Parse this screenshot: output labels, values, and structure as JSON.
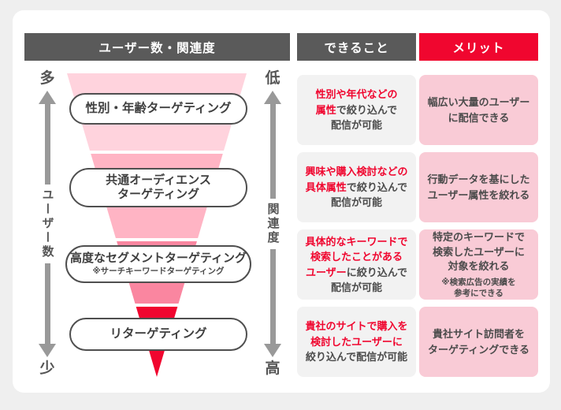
{
  "headers": {
    "funnel_panel": "ユーザー数・関連度",
    "action_col": "できること",
    "merit_col": "メリット"
  },
  "colors": {
    "header_gray": "#5A5A5A",
    "accent_red": "#F0062F",
    "action_box_gray": "#F2F2F2",
    "merit_box_pink": "#F9CBD6",
    "arrow_gray": "#999999",
    "funnel_segments": [
      "#FFD3DD",
      "#FFB4C4",
      "#FA86A0",
      "#F0062F"
    ]
  },
  "funnel": {
    "left_axis": {
      "top_label": "多",
      "mid_label": "ユーザー数",
      "bottom_label": "少"
    },
    "right_axis": {
      "top_label": "低",
      "mid_label": "関連度",
      "bottom_label": "高"
    },
    "levels": [
      {
        "title": "性別・年齢ターゲティング",
        "subtitle": ""
      },
      {
        "title": "共通オーディエンス\nターゲティング",
        "subtitle": ""
      },
      {
        "title": "高度なセグメントターゲティング",
        "subtitle": "※サーチキーワードターゲティング"
      },
      {
        "title": "リターゲティング",
        "subtitle": ""
      }
    ]
  },
  "rows": [
    {
      "action_highlight": "性別や年代などの\n属性",
      "action_rest": "で絞り込んで\n配信が可能",
      "merit": "幅広い大量のユーザー\nに配信できる",
      "merit_note": ""
    },
    {
      "action_highlight": "興味や購入検討などの\n具体属性",
      "action_rest": "で絞り込んで\n配信が可能",
      "merit": "行動データを基にした\nユーザー属性を絞れる",
      "merit_note": ""
    },
    {
      "action_highlight": "具体的なキーワードで\n検索したことがある\nユーザー",
      "action_rest": "に絞り込んで\n配信が可能",
      "merit": "特定のキーワードで\n検索したユーザーに\n対象を絞れる",
      "merit_note": "※検索広告の実績を\n参考にできる"
    },
    {
      "action_highlight": "貴社のサイトで購入を\n検討したユーザーに",
      "action_rest": "\n絞り込んで配信が可能",
      "merit": "貴社サイト訪問者を\nターゲティングできる",
      "merit_note": ""
    }
  ]
}
